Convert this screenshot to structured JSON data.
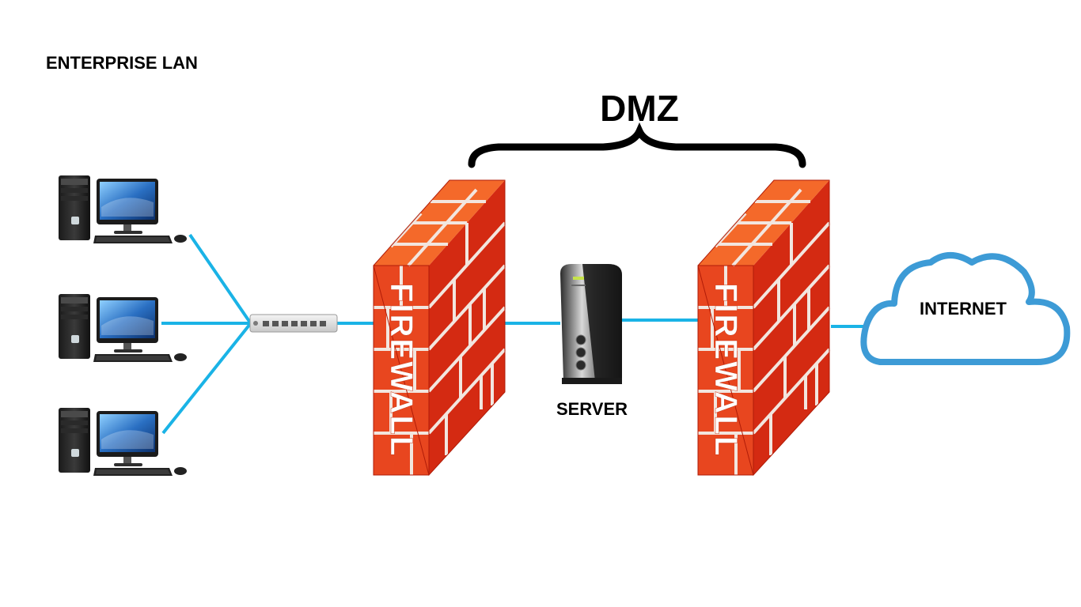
{
  "labels": {
    "lan": "ENTERPRISE LAN",
    "dmz": "DMZ",
    "server": "SERVER",
    "internet": "INTERNET",
    "firewall": "FIREWALL"
  },
  "nodes": [
    {
      "id": "pc-1",
      "kind": "desktop-computer"
    },
    {
      "id": "pc-2",
      "kind": "desktop-computer"
    },
    {
      "id": "pc-3",
      "kind": "desktop-computer"
    },
    {
      "id": "switch",
      "kind": "network-switch"
    },
    {
      "id": "firewall-inner",
      "kind": "firewall"
    },
    {
      "id": "server",
      "kind": "server"
    },
    {
      "id": "firewall-outer",
      "kind": "firewall"
    },
    {
      "id": "internet",
      "kind": "cloud"
    }
  ],
  "links": [
    {
      "from": "pc-1",
      "to": "switch"
    },
    {
      "from": "pc-2",
      "to": "switch"
    },
    {
      "from": "pc-3",
      "to": "switch"
    },
    {
      "from": "switch",
      "to": "firewall-inner"
    },
    {
      "from": "firewall-inner",
      "to": "server"
    },
    {
      "from": "server",
      "to": "firewall-outer"
    },
    {
      "from": "firewall-outer",
      "to": "internet"
    }
  ],
  "colors": {
    "link": "#1ab3e6",
    "cloud_stroke": "#3d9bd6",
    "brick_front": "#e8461f",
    "brick_side": "#d42a12",
    "brick_top": "#f4692a",
    "mortar": "#f2e6df"
  }
}
